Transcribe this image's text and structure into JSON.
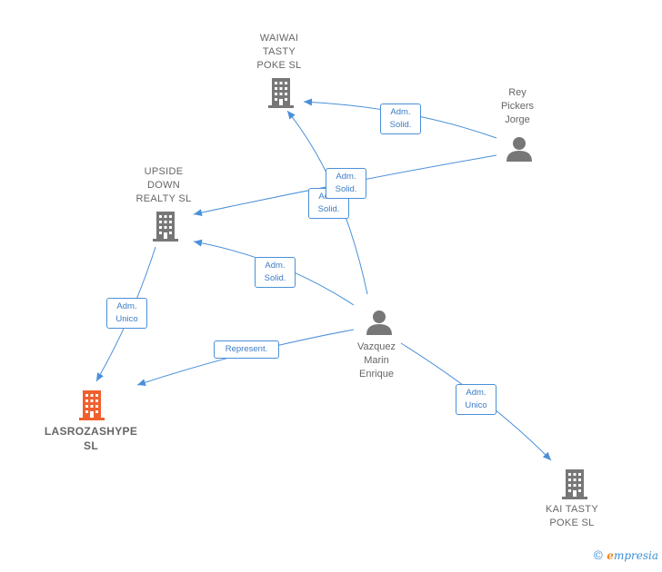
{
  "colors": {
    "edge": "#4a90d9",
    "company_icon": "#777777",
    "focus_icon": "#f0602e",
    "person_icon": "#777777"
  },
  "nodes": {
    "waiwai": {
      "label": "WAIWAI\nTASTY\nPOKE  SL",
      "icon": "building-icon"
    },
    "upside": {
      "label": "UPSIDE\nDOWN\nREALTY  SL",
      "icon": "building-icon"
    },
    "lasrozas": {
      "label": "LASROZASHYPE\nSL",
      "icon": "building-icon"
    },
    "kai": {
      "label": "KAI TASTY\nPOKE  SL",
      "icon": "building-icon"
    },
    "rey": {
      "label": "Rey\nPickers\nJorge",
      "icon": "person-icon"
    },
    "vazquez": {
      "label": "Vazquez\nMarin\nEnrique",
      "icon": "person-icon"
    }
  },
  "edges": [
    {
      "from": "rey",
      "to": "waiwai",
      "label": "Adm.\nSolid."
    },
    {
      "from": "rey",
      "to": "upside",
      "label": "Adm.\nSolid."
    },
    {
      "from": "vazquez",
      "to": "waiwai",
      "label": "Adm.\nSolid."
    },
    {
      "from": "vazquez",
      "to": "upside",
      "label": "Adm.\nSolid."
    },
    {
      "from": "upside",
      "to": "lasrozas",
      "label": "Adm.\nUnico"
    },
    {
      "from": "vazquez",
      "to": "lasrozas",
      "label": "Represent."
    },
    {
      "from": "vazquez",
      "to": "kai",
      "label": "Adm.\nUnico"
    }
  ],
  "brand": {
    "copyright": "©",
    "e": "e",
    "rest": "mpresia"
  }
}
